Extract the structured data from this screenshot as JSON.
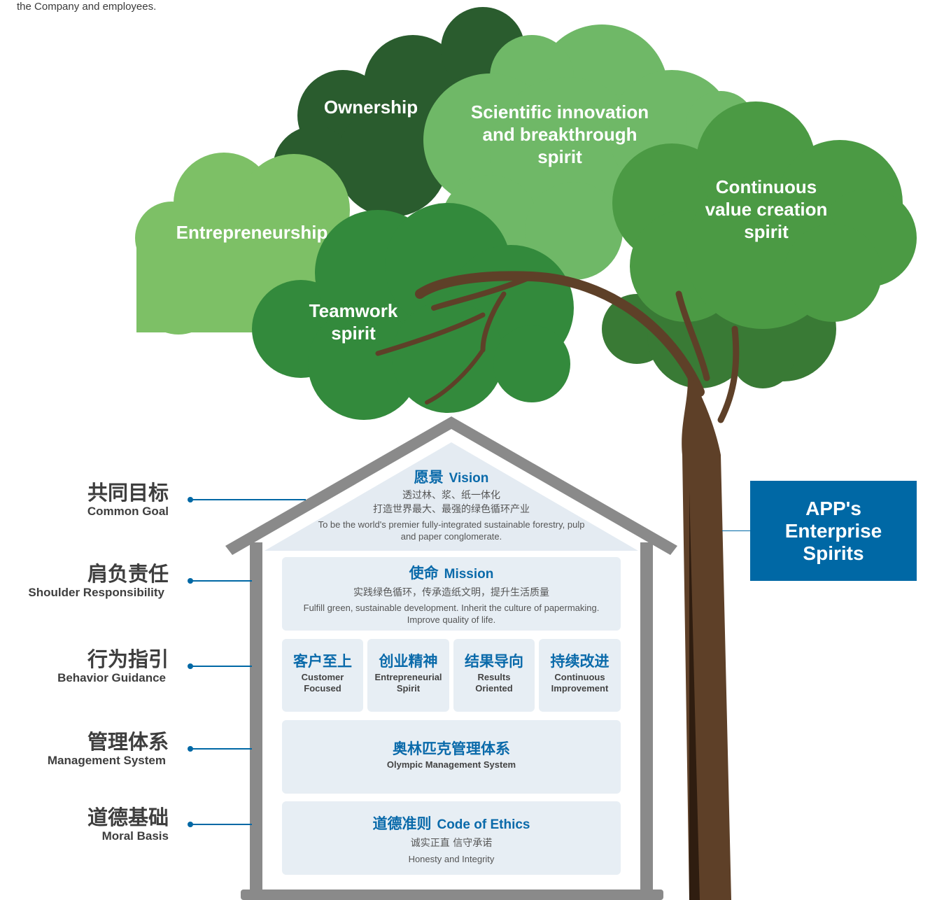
{
  "intro_text": "the Company and employees.",
  "tree": {
    "ownership": "Ownership",
    "scientific": [
      "Scientific innovation",
      "and breakthrough",
      "spirit"
    ],
    "continuous": [
      "Continuous",
      "value creation",
      "spirit"
    ],
    "entrepreneurship": "Entrepreneurship",
    "teamwork": [
      "Teamwork",
      "spirit"
    ]
  },
  "spirits_box": [
    "APP's",
    "Enterprise",
    "Spirits"
  ],
  "levels": [
    {
      "zh": "共同目标",
      "en": "Common Goal"
    },
    {
      "zh": "肩负责任",
      "en": "Shoulder Responsibility"
    },
    {
      "zh": "行为指引",
      "en": "Behavior Guidance"
    },
    {
      "zh": "管理体系",
      "en": "Management System"
    },
    {
      "zh": "道德基础",
      "en": "Moral Basis"
    }
  ],
  "vision": {
    "title_zh": "愿景",
    "title_en": "Vision",
    "zh_line1": "透过林、浆、纸一体化",
    "zh_line2": "打造世界最大、最强的绿色循环产业",
    "en_line1": "To be the world's premier fully-integrated sustainable forestry, pulp",
    "en_line2": "and paper conglomerate."
  },
  "mission": {
    "title_zh": "使命",
    "title_en": "Mission",
    "zh": "实践绿色循环，传承造纸文明，提升生活质量",
    "en_line1": "Fulfill green, sustainable development. Inherit the culture of papermaking.",
    "en_line2": "Improve quality of life."
  },
  "values": [
    {
      "zh": "客户至上",
      "en1": "Customer",
      "en2": "Focused"
    },
    {
      "zh": "创业精神",
      "en1": "Entrepreneurial",
      "en2": "Spirit"
    },
    {
      "zh": "结果导向",
      "en1": "Results",
      "en2": "Oriented"
    },
    {
      "zh": "持续改进",
      "en1": "Continuous",
      "en2": "Improvement"
    }
  ],
  "management": {
    "zh": "奥林匹克管理体系",
    "en": "Olympic Management System"
  },
  "ethics": {
    "title_zh": "道德准则",
    "title_en": "Code of Ethics",
    "zh": "诚实正直 信守承诺",
    "en": "Honesty and Integrity"
  },
  "colors": {
    "dark_green": "#2a5c2e",
    "light_green": "#7cbf67",
    "mid_green": "#3a8a3e",
    "brown": "#5e4028",
    "blue": "#0068a5",
    "panel": "#e7eef4",
    "house_gray": "#8a8a8a"
  }
}
